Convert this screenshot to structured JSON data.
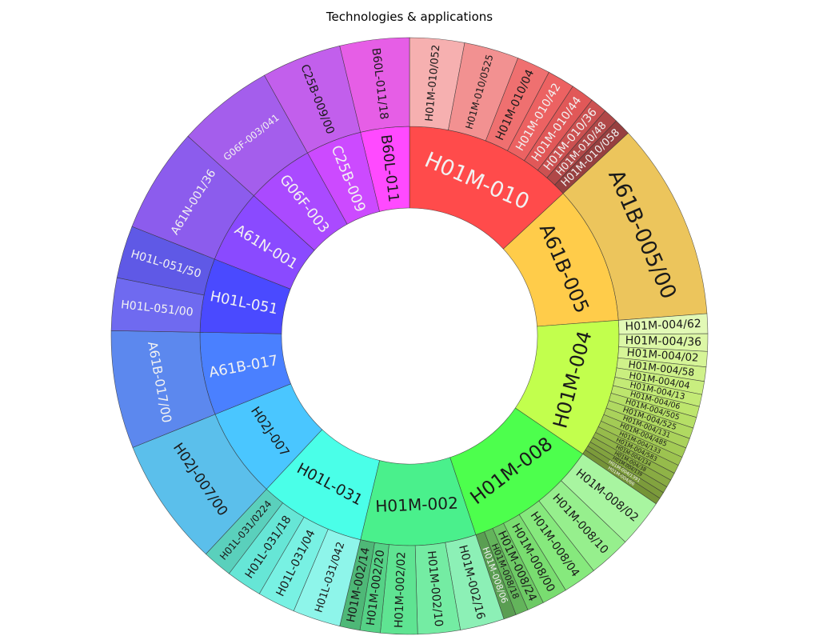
{
  "chart_data": {
    "type": "sunburst",
    "title": "Technologies & applications",
    "start_angle_deg": 90,
    "direction": "clockwise",
    "groups": [
      {
        "name": "H01M-010",
        "value": 11.5,
        "color": "#ff4b4b",
        "children": [
          {
            "name": "H01M-010/052",
            "value": 2.6,
            "color": "#f6b0b0"
          },
          {
            "name": "H01M-010/0525",
            "value": 2.6,
            "color": "#f29191"
          },
          {
            "name": "H01M-010/04",
            "value": 1.6,
            "color": "#ef7070"
          },
          {
            "name": "H01M-010/42",
            "value": 1.3,
            "color": "#ec6262"
          },
          {
            "name": "H01M-010/44",
            "value": 1.1,
            "color": "#e15858"
          },
          {
            "name": "H01M-010/36",
            "value": 0.8,
            "color": "#cc5151"
          },
          {
            "name": "H01M-010/48",
            "value": 0.7,
            "color": "#b04848"
          },
          {
            "name": "H01M-010/058",
            "value": 0.8,
            "color": "#974040"
          }
        ]
      },
      {
        "name": "A61B-005",
        "value": 9.4,
        "color": "#ffcc4a",
        "children": [
          {
            "name": "A61B-005/00",
            "value": 9.4,
            "color": "#ecc55c"
          }
        ]
      },
      {
        "name": "H01M-004",
        "value": 9.4,
        "color": "#c2ff4d",
        "children": [
          {
            "name": "H01M-004/62",
            "value": 0.9,
            "color": "#e2f9b6"
          },
          {
            "name": "H01M-004/36",
            "value": 0.8,
            "color": "#dcf7a6"
          },
          {
            "name": "H01M-004/02",
            "value": 0.7,
            "color": "#d6f597"
          },
          {
            "name": "H01M-004/58",
            "value": 0.65,
            "color": "#cff18a"
          },
          {
            "name": "H01M-004/04",
            "value": 0.6,
            "color": "#c9ee7f"
          },
          {
            "name": "H01M-004/13",
            "value": 0.55,
            "color": "#c3ea76"
          },
          {
            "name": "H01M-004/06",
            "value": 0.5,
            "color": "#bde56d"
          },
          {
            "name": "H01M-004/505",
            "value": 0.5,
            "color": "#b6df66"
          },
          {
            "name": "H01M-004/525",
            "value": 0.5,
            "color": "#b0d961"
          },
          {
            "name": "H01M-004/131",
            "value": 0.45,
            "color": "#aad25b"
          },
          {
            "name": "H01M-004/485",
            "value": 0.45,
            "color": "#a3cb55"
          },
          {
            "name": "H01M-004/133",
            "value": 0.4,
            "color": "#9dc350"
          },
          {
            "name": "H01M-004/583",
            "value": 0.4,
            "color": "#96bb4b"
          },
          {
            "name": "H01M-004/134",
            "value": 0.35,
            "color": "#8fb347"
          },
          {
            "name": "H01M-004/38",
            "value": 0.35,
            "color": "#89ab43"
          },
          {
            "name": "H01M-004/139",
            "value": 0.3,
            "color": "#82a33f"
          },
          {
            "name": "H01M-004/1391",
            "value": 0.3,
            "color": "#7c9b3b"
          },
          {
            "name": "H01M-004/66",
            "value": 0.3,
            "color": "#759337"
          }
        ]
      },
      {
        "name": "H01M-008",
        "value": 9.1,
        "color": "#4dff4d",
        "children": [
          {
            "name": "H01M-008/02",
            "value": 2.3,
            "color": "#a8f5a0"
          },
          {
            "name": "H01M-008/10",
            "value": 2.0,
            "color": "#96ef8d"
          },
          {
            "name": "H01M-008/04",
            "value": 1.6,
            "color": "#86e97d"
          },
          {
            "name": "H01M-008/00",
            "value": 1.2,
            "color": "#79dd70"
          },
          {
            "name": "H01M-008/24",
            "value": 0.8,
            "color": "#6dca65"
          },
          {
            "name": "H01M-008/18",
            "value": 0.6,
            "color": "#63b45b"
          },
          {
            "name": "H01M-008/06",
            "value": 0.6,
            "color": "#5a9e52"
          }
        ]
      },
      {
        "name": "H01M-002",
        "value": 7.8,
        "color": "#4af08c",
        "children": [
          {
            "name": "H01M-002/16",
            "value": 2.4,
            "color": "#8cf0b6"
          },
          {
            "name": "H01M-002/10",
            "value": 2.3,
            "color": "#74eca3"
          },
          {
            "name": "H01M-002/02",
            "value": 2.0,
            "color": "#5fe492"
          },
          {
            "name": "H01M-002/20",
            "value": 1.1,
            "color": "#55d286"
          },
          {
            "name": "H01M-002/14",
            "value": 1.1,
            "color": "#4eb877"
          }
        ]
      },
      {
        "name": "H01L-031",
        "value": 7.2,
        "color": "#4affe8",
        "children": [
          {
            "name": "H01L-031/042",
            "value": 2.4,
            "color": "#8ef5ea"
          },
          {
            "name": "H01L-031/04",
            "value": 1.9,
            "color": "#78f1e3"
          },
          {
            "name": "H01L-031/18",
            "value": 1.8,
            "color": "#66e6d6"
          },
          {
            "name": "H01L-031/0224",
            "value": 1.5,
            "color": "#5ad0bc"
          }
        ]
      },
      {
        "name": "H02J-007",
        "value": 6.1,
        "color": "#4ac6ff",
        "children": [
          {
            "name": "H02J-007/00",
            "value": 6.1,
            "color": "#5bbfeb"
          }
        ]
      },
      {
        "name": "A61B-017",
        "value": 5.6,
        "color": "#4a80ff",
        "children": [
          {
            "name": "A61B-017/00",
            "value": 5.6,
            "color": "#5c88ee"
          }
        ]
      },
      {
        "name": "H01L-051",
        "value": 5.0,
        "color": "#4a4aff",
        "children": [
          {
            "name": "H01L-051/00",
            "value": 2.5,
            "color": "#6f6af0"
          },
          {
            "name": "H01L-051/50",
            "value": 2.5,
            "color": "#5f59e6"
          }
        ]
      },
      {
        "name": "A61N-001",
        "value": 5.0,
        "color": "#8a4aff",
        "children": [
          {
            "name": "A61N-001/36",
            "value": 5.0,
            "color": "#8c5ced"
          }
        ]
      },
      {
        "name": "G06F-003",
        "value": 4.6,
        "color": "#aa4aff",
        "children": [
          {
            "name": "G06F-003/041",
            "value": 4.6,
            "color": "#a45eec"
          }
        ]
      },
      {
        "name": "C25B-009",
        "value": 3.8,
        "color": "#cc4aff",
        "children": [
          {
            "name": "C25B-009/00",
            "value": 3.8,
            "color": "#c25fec"
          }
        ]
      },
      {
        "name": "B60L-011",
        "value": 3.3,
        "color": "#ff4aff",
        "children": [
          {
            "name": "B60L-011/18",
            "value": 3.3,
            "color": "#e65ee6"
          }
        ]
      }
    ]
  }
}
